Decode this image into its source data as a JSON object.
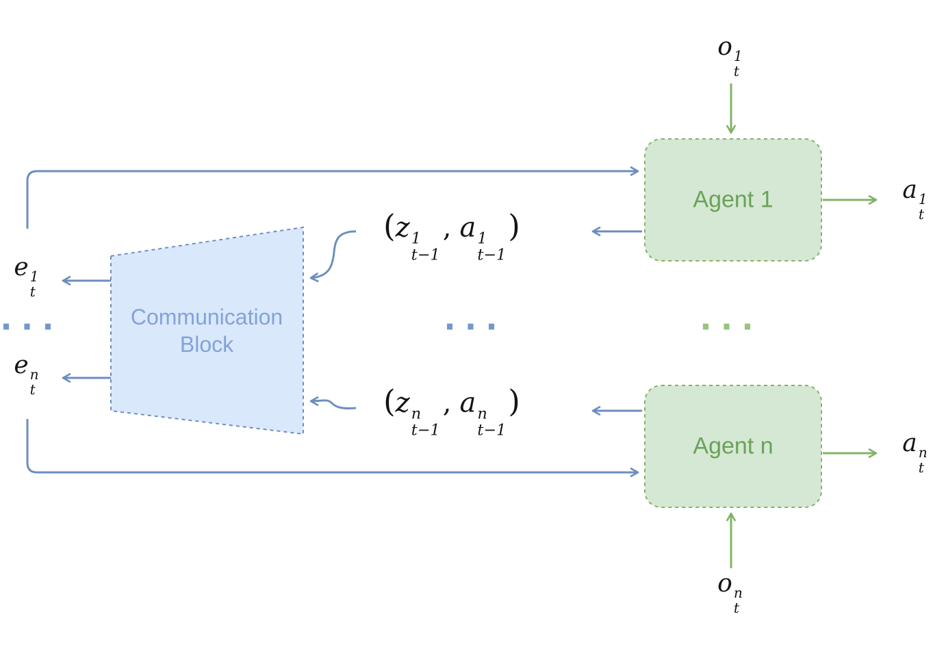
{
  "colors": {
    "blue_fill": "#dae8fc",
    "blue_stroke": "#6c8ebf",
    "blue_text": "#82a3d8",
    "green_fill": "#d5e8d4",
    "green_stroke": "#82b366",
    "green_text": "#6aa257",
    "math_text": "#141414",
    "dots_blue": "#7498cb",
    "dots_green": "#96c57d"
  },
  "communication_block": {
    "line1": "Communication",
    "line2": "Block"
  },
  "agents": {
    "agent1": "Agent 1",
    "agentn": "Agent n"
  },
  "math": {
    "o1": {
      "base": "o",
      "sup": "1",
      "sub": "t"
    },
    "on": {
      "base": "o",
      "sup": "n",
      "sub": "t"
    },
    "a1": {
      "base": "a",
      "sup": "1",
      "sub": "t"
    },
    "an": {
      "base": "a",
      "sup": "n",
      "sub": "t"
    },
    "e1": {
      "base": "e",
      "sup": "1",
      "sub": "t"
    },
    "en": {
      "base": "e",
      "sup": "n",
      "sub": "t"
    },
    "za1": {
      "open": "(",
      "z": "z",
      "z_sup": "1",
      "z_sub": "t−1",
      "comma": ",",
      "a": "a",
      "a_sup": "1",
      "a_sub": "t−1",
      "close": ")"
    },
    "zan": {
      "open": "(",
      "z": "z",
      "z_sup": "n",
      "z_sub": "t−1",
      "comma": ",",
      "a": "a",
      "a_sup": "n",
      "a_sub": "t−1",
      "close": ")"
    }
  },
  "dots": {
    "left": "···",
    "middle": "···",
    "right": "···"
  }
}
